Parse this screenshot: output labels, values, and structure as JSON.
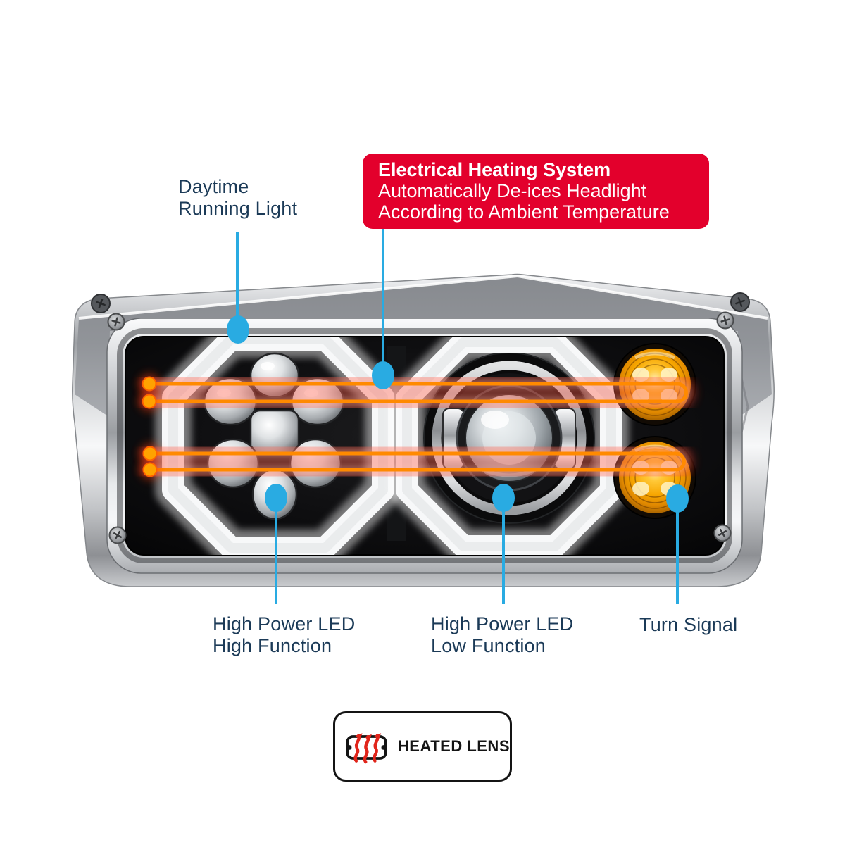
{
  "colors": {
    "accent_cyan": "#29ABE2",
    "label_text": "#1B3A57",
    "callout_bg": "#E3002C",
    "callout_text": "#FFFFFF",
    "wire_orange": "#FF8A00",
    "wire_glow_red": "#FF2A14",
    "amber_turn_signal": "#F7A600",
    "halo_white": "#FFFFFF",
    "badge_border": "#141414",
    "badge_arrow_red": "#E1251B"
  },
  "callouts": {
    "daytime_running_light": {
      "lines": [
        "Daytime",
        "Running Light"
      ]
    },
    "electrical_heating": {
      "title": "Electrical Heating System",
      "body_lines": [
        "Automatically De-ices Headlight",
        "According to Ambient Temperature"
      ]
    },
    "high_function": {
      "lines": [
        "High Power LED",
        "High Function"
      ]
    },
    "low_function": {
      "lines": [
        "High Power LED",
        "Low Function"
      ]
    },
    "turn_signal": {
      "lines": [
        "Turn Signal"
      ]
    }
  },
  "badge": {
    "label": "HEATED LENS"
  },
  "icons": {
    "heat_waves": "heat-waves-icon",
    "screws": "phillips-screw-icon"
  }
}
